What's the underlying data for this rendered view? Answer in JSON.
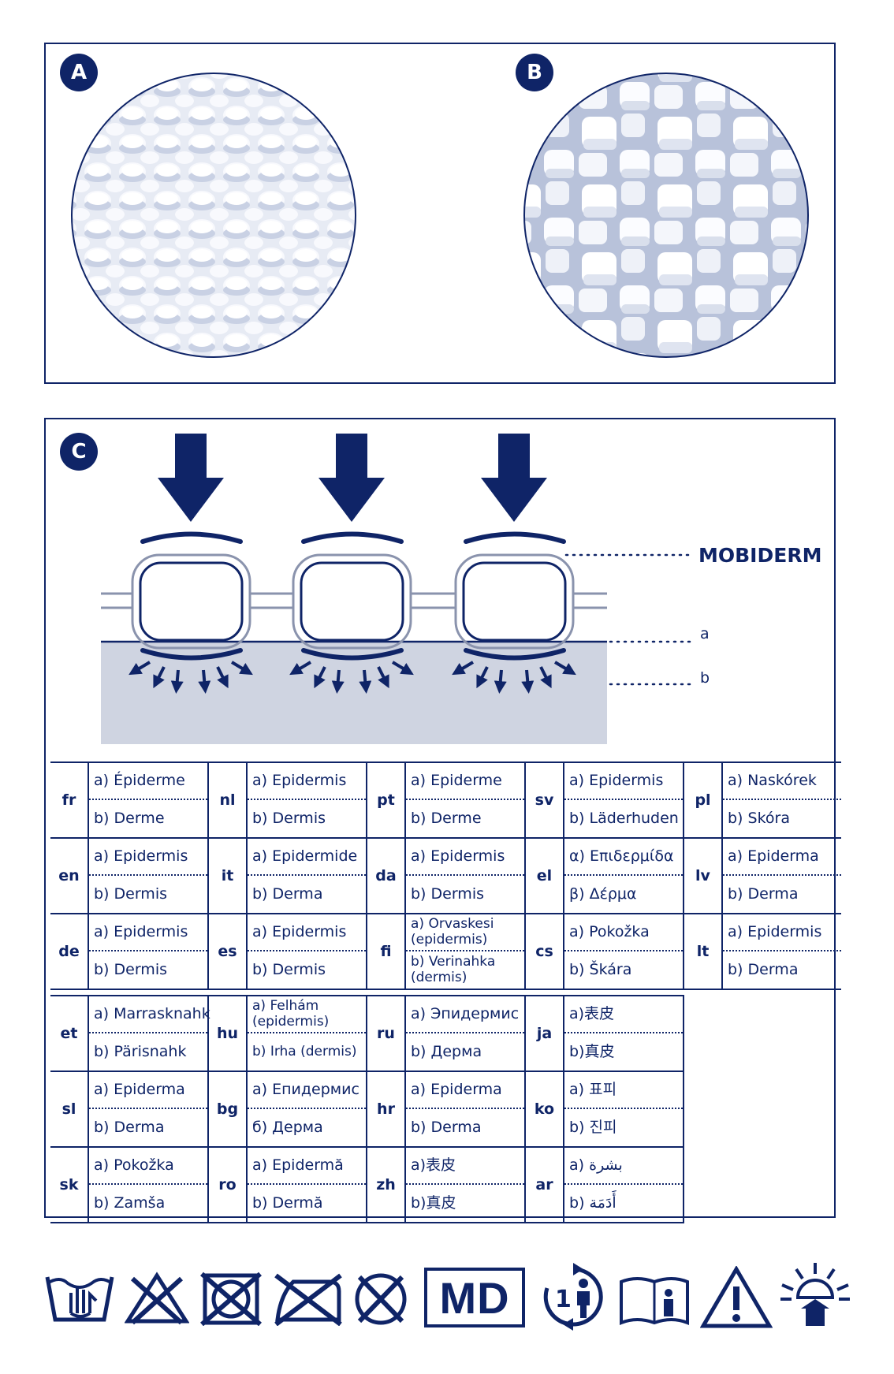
{
  "panel_ab": {
    "badge_a": "A",
    "badge_b": "B"
  },
  "panel_c": {
    "badge_c": "C",
    "brand_label": "MOBIDERM",
    "layer_a_label": "a",
    "layer_b_label": "b"
  },
  "languages_upper": [
    [
      {
        "code": "fr",
        "a": "a) Épiderme",
        "b": "b) Derme"
      },
      {
        "code": "nl",
        "a": "a) Epidermis",
        "b": "b) Dermis"
      },
      {
        "code": "pt",
        "a": "a) Epiderme",
        "b": "b) Derme"
      },
      {
        "code": "sv",
        "a": "a) Epidermis",
        "b": "b) Läderhuden"
      },
      {
        "code": "pl",
        "a": "a) Naskórek",
        "b": "b) Skóra"
      }
    ],
    [
      {
        "code": "en",
        "a": "a) Epidermis",
        "b": "b) Dermis"
      },
      {
        "code": "it",
        "a": "a) Epidermide",
        "b": "b) Derma"
      },
      {
        "code": "da",
        "a": "a) Epidermis",
        "b": "b) Dermis"
      },
      {
        "code": "el",
        "a": "α) Επιδερμίδα",
        "b": "β) Δέρμα"
      },
      {
        "code": "lv",
        "a": "a) Epiderma",
        "b": "b) Derma"
      }
    ],
    [
      {
        "code": "de",
        "a": "a) Epidermis",
        "b": "b) Dermis"
      },
      {
        "code": "es",
        "a": "a) Epidermis",
        "b": "b) Dermis"
      },
      {
        "code": "fi",
        "a": "a) Orvaskesi (epidermis)",
        "b": "b) Verinahka (dermis)"
      },
      {
        "code": "cs",
        "a": "a) Pokožka",
        "b": "b) Škára"
      },
      {
        "code": "lt",
        "a": "a) Epidermis",
        "b": "b) Derma"
      }
    ]
  ],
  "languages_lower": [
    [
      {
        "code": "et",
        "a": "a) Marrasknahk",
        "b": "b) Pärisnahk"
      },
      {
        "code": "hu",
        "a": "a) Felhám (epidermis)",
        "b": "b) Irha (dermis)"
      },
      {
        "code": "ru",
        "a": "a) Эпидермис",
        "b": "b) Дерма"
      },
      {
        "code": "ja",
        "a": "a)表皮",
        "b": "b)真皮"
      }
    ],
    [
      {
        "code": "sl",
        "a": "a) Epiderma",
        "b": "b) Derma"
      },
      {
        "code": "bg",
        "a": "a) Епидермис",
        "b": "б) Дерма"
      },
      {
        "code": "hr",
        "a": "a) Epiderma",
        "b": "b) Derma"
      },
      {
        "code": "ko",
        "a": "a) 표피",
        "b": "b) 진피"
      }
    ],
    [
      {
        "code": "sk",
        "a": "a) Pokožka",
        "b": "b) Zamša"
      },
      {
        "code": "ro",
        "a": "a) Epidermă",
        "b": "b) Dermă"
      },
      {
        "code": "zh",
        "a": "a)表皮",
        "b": "b)真皮"
      },
      {
        "code": "ar",
        "a": "بشرة (a",
        "b": "أَدَمَة (b"
      }
    ]
  ],
  "symbols": {
    "md_label": "MD",
    "reuse_count": "1",
    "icons": [
      "hand-wash-icon",
      "no-bleach-icon",
      "no-tumble-dry-icon",
      "no-iron-icon",
      "no-dry-clean-icon",
      "medical-device-icon",
      "single-patient-reuse-icon",
      "consult-instructions-icon",
      "caution-icon",
      "keep-away-from-sunlight-icon"
    ]
  },
  "colors": {
    "navy": "#0f2467",
    "outline_grey": "#8a93ad",
    "skin_fill": "#cfd4e1"
  }
}
